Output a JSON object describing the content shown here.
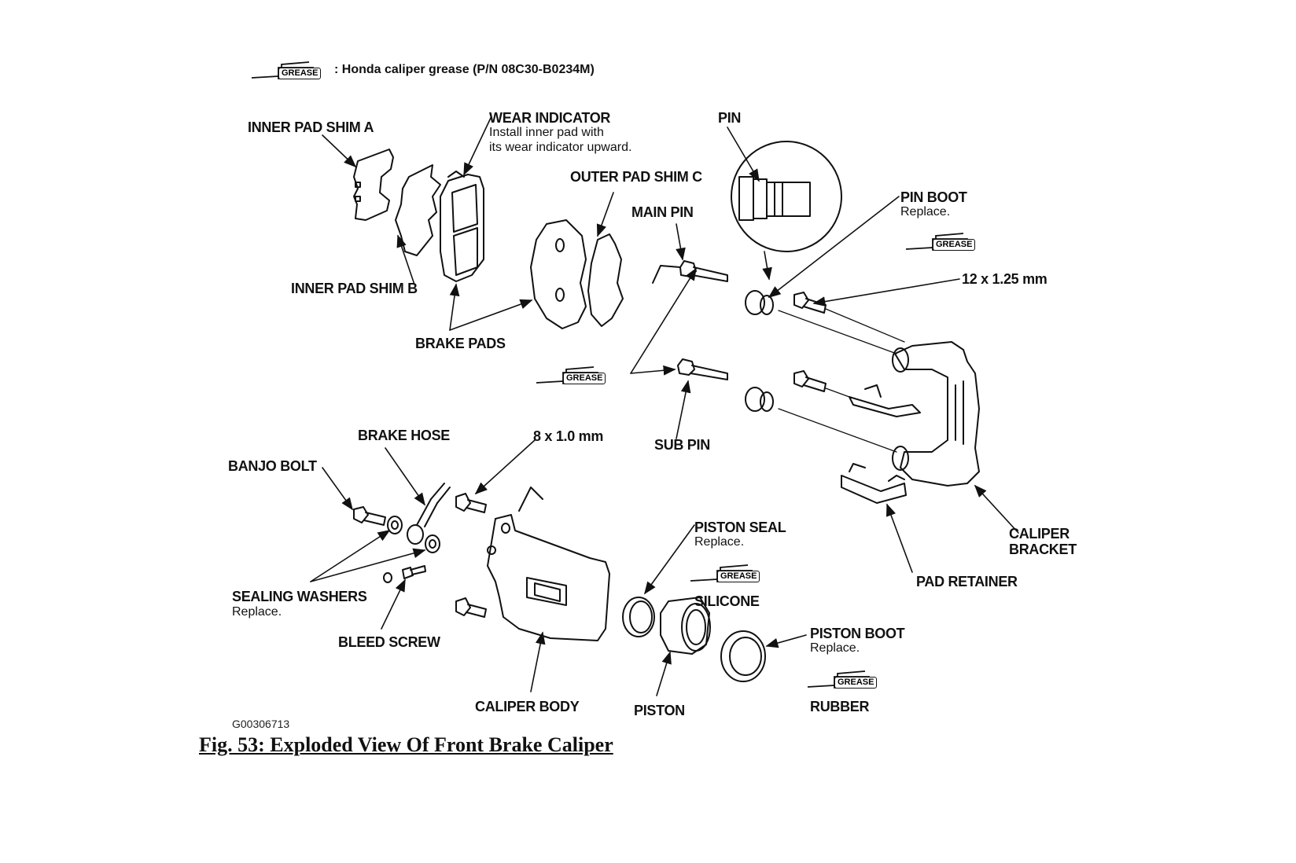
{
  "legend": {
    "icon": "grease-gun-icon",
    "icon_tag": "GREASE",
    "text": ": Honda caliper grease (P/N 08C30-B0234M)"
  },
  "labels": {
    "inner_pad_shim_a": "INNER PAD SHIM A",
    "wear_indicator": "WEAR INDICATOR",
    "wear_indicator_note_1": "Install inner pad with",
    "wear_indicator_note_2": "its wear indicator upward.",
    "pin": "PIN",
    "outer_pad_shim_c": "OUTER PAD SHIM C",
    "main_pin": "MAIN PIN",
    "pin_boot": "PIN BOOT",
    "pin_boot_note": "Replace.",
    "bolt_12": "12 x 1.25 mm",
    "inner_pad_shim_b": "INNER PAD SHIM B",
    "brake_pads": "BRAKE PADS",
    "sub_pin": "SUB PIN",
    "brake_hose": "BRAKE HOSE",
    "bolt_8": "8 x 1.0 mm",
    "banjo_bolt": "BANJO BOLT",
    "piston_seal": "PISTON SEAL",
    "piston_seal_note": "Replace.",
    "silicone": "SILICONE",
    "caliper_bracket_1": "CALIPER",
    "caliper_bracket_2": "BRACKET",
    "pad_retainer": "PAD RETAINER",
    "sealing_washers": "SEALING WASHERS",
    "sealing_washers_note": "Replace.",
    "bleed_screw": "BLEED SCREW",
    "piston_boot": "PISTON BOOT",
    "piston_boot_note": "Replace.",
    "rubber": "RUBBER",
    "caliper_body": "CALIPER BODY",
    "piston": "PISTON"
  },
  "grease_tags": [
    "GREASE",
    "GREASE",
    "GREASE",
    "GREASE"
  ],
  "figure_code": "G00306713",
  "caption": "Fig. 53: Exploded View Of Front Brake Caliper"
}
